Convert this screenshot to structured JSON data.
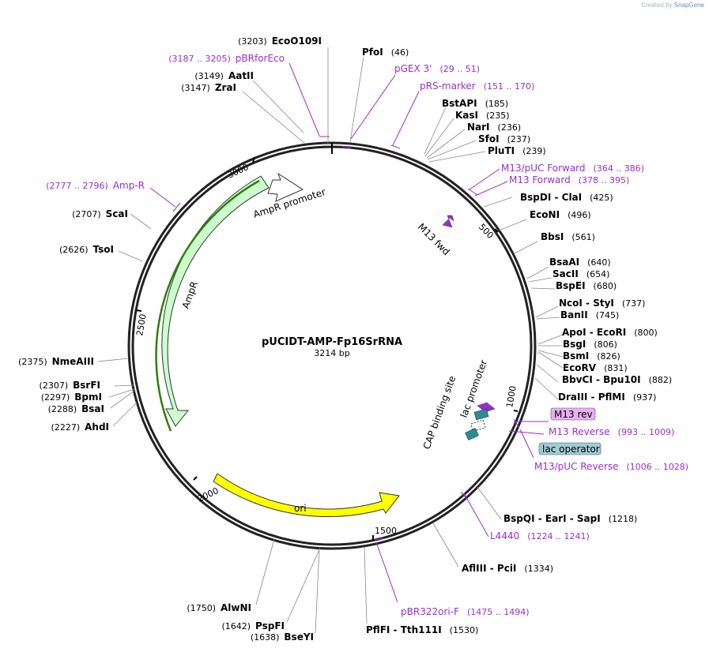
{
  "plasmid": {
    "name": "pUCIDT-AMP-Fp16SrRNA",
    "size_text": "3214 bp",
    "length": 3214
  },
  "watermark": {
    "prefix": "Created by",
    "brand": "SnapGene"
  },
  "colors": {
    "site": "#000000",
    "primer": "#9b2dd0",
    "ampr_fill": "#ccffcc",
    "ori_fill": "#ffff00",
    "lac_operator_fill": "#2a8c99",
    "m13_fill": "#9b2dd0",
    "m13rev_badge": "#e8b0f5",
    "lacop_badge": "#9fccd6"
  },
  "ticks": [
    "3000",
    "500",
    "1000",
    "1500",
    "2000",
    "2500"
  ],
  "features": {
    "ampr_promoter": "AmpR promoter",
    "ampr": "AmpR",
    "ori": "ori",
    "m13_fwd": "M13 fwd",
    "cap": "CAP binding site",
    "lac_promoter": "lac promoter"
  },
  "sites": [
    {
      "name": "EcoO109I",
      "pos": "(3203)"
    },
    {
      "name": "PfoI",
      "pos": "(46)"
    },
    {
      "name": "AatII",
      "pos": "(3149)"
    },
    {
      "name": "ZraI",
      "pos": "(3147)"
    },
    {
      "name": "BstAPI",
      "pos": "(185)"
    },
    {
      "name": "KasI",
      "pos": "(235)"
    },
    {
      "name": "NarI",
      "pos": "(236)"
    },
    {
      "name": "SfoI",
      "pos": "(237)"
    },
    {
      "name": "PluTI",
      "pos": "(239)"
    },
    {
      "name": "BspDI - ClaI",
      "pos": "(425)"
    },
    {
      "name": "EcoNI",
      "pos": "(496)"
    },
    {
      "name": "BbsI",
      "pos": "(561)"
    },
    {
      "name": "BsaAI",
      "pos": "(640)"
    },
    {
      "name": "SacII",
      "pos": "(654)"
    },
    {
      "name": "BspEI",
      "pos": "(680)"
    },
    {
      "name": "NcoI - StyI",
      "pos": "(737)"
    },
    {
      "name": "BanII",
      "pos": "(745)"
    },
    {
      "name": "ApoI - EcoRI",
      "pos": "(800)"
    },
    {
      "name": "BsgI",
      "pos": "(806)"
    },
    {
      "name": "BsmI",
      "pos": "(826)"
    },
    {
      "name": "EcoRV",
      "pos": "(831)"
    },
    {
      "name": "BbvCI - Bpu10I",
      "pos": "(882)"
    },
    {
      "name": "DraIII - PflMI",
      "pos": "(937)"
    },
    {
      "name": "BspQI - EarI - SapI",
      "pos": "(1218)"
    },
    {
      "name": "AflIII - PciI",
      "pos": "(1334)"
    },
    {
      "name": "PflFI - Tth111I",
      "pos": "(1530)"
    },
    {
      "name": "BseYI",
      "pos": "(1638)"
    },
    {
      "name": "PspFI",
      "pos": "(1642)"
    },
    {
      "name": "AlwNI",
      "pos": "(1750)"
    },
    {
      "name": "AhdI",
      "pos": "(2227)"
    },
    {
      "name": "BsaI",
      "pos": "(2288)"
    },
    {
      "name": "BpmI",
      "pos": "(2297)"
    },
    {
      "name": "BsrFI",
      "pos": "(2307)"
    },
    {
      "name": "NmeAIII",
      "pos": "(2375)"
    },
    {
      "name": "TsoI",
      "pos": "(2626)"
    },
    {
      "name": "ScaI",
      "pos": "(2707)"
    }
  ],
  "primers": [
    {
      "name": "pBRforEco",
      "range": "(3187 .. 3205)"
    },
    {
      "name": "pGEX 3'",
      "range": "(29 .. 51)"
    },
    {
      "name": "pRS-marker",
      "range": "(151 .. 170)"
    },
    {
      "name": "M13/pUC Forward",
      "range": "(364 .. 386)"
    },
    {
      "name": "M13 Forward",
      "range": "(378 .. 395)"
    },
    {
      "name": "M13 rev",
      "range": ""
    },
    {
      "name": "M13 Reverse",
      "range": "(993 .. 1009)"
    },
    {
      "name": "lac operator",
      "range": ""
    },
    {
      "name": "M13/pUC Reverse",
      "range": "(1006 .. 1028)"
    },
    {
      "name": "L4440",
      "range": "(1224 .. 1241)"
    },
    {
      "name": "pBR322ori-F",
      "range": "(1475 .. 1494)"
    },
    {
      "name": "Amp-R",
      "range": "(2777 .. 2796)"
    }
  ]
}
